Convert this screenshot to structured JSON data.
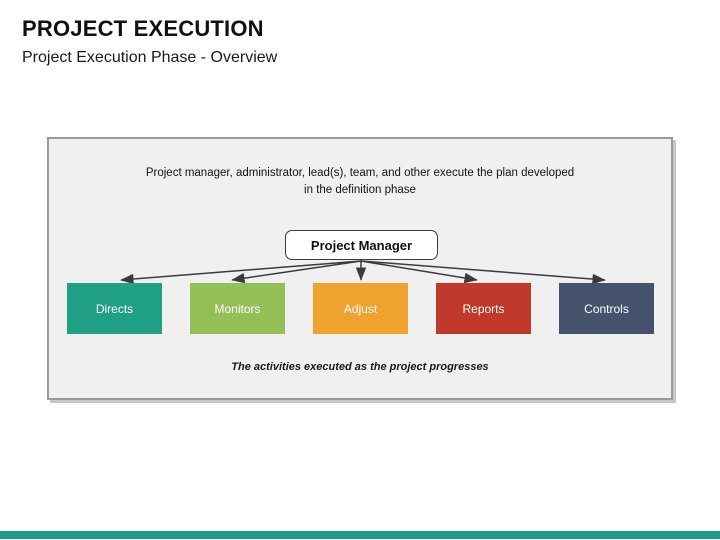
{
  "header": {
    "title": "PROJECT EXECUTION",
    "subtitle": "Project Execution Phase - Overview"
  },
  "diagram": {
    "intro_line1": "Project manager, administrator, lead(s), team, and other execute the plan developed",
    "intro_line2": "in the definition phase",
    "root_node": "Project Manager",
    "caption": "The activities executed as the project progresses",
    "nodes": [
      {
        "label": "Directs",
        "color": "#1fa085"
      },
      {
        "label": "Monitors",
        "color": "#94bf56"
      },
      {
        "label": "Adjust",
        "color": "#f0a22e"
      },
      {
        "label": "Reports",
        "color": "#c0392b"
      },
      {
        "label": "Controls",
        "color": "#44536b"
      }
    ],
    "frame_fill": "#f0f0f0",
    "frame_border": "#9a9a9a",
    "arrow_color": "#3b3b3b"
  },
  "footer": {
    "accent_color": "#1d9d85"
  }
}
